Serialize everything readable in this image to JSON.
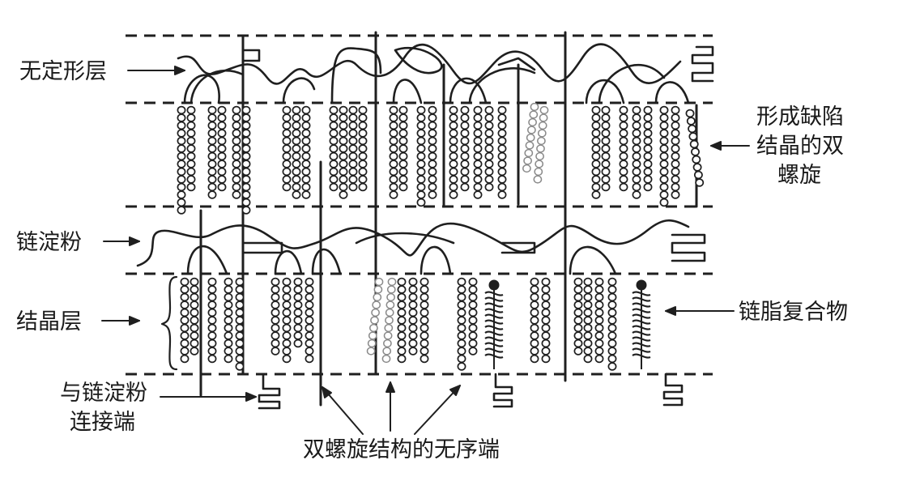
{
  "labels": {
    "amorphous_layer": "无定形层",
    "defective_double_helix": [
      "形成缺陷",
      "结晶的双",
      "螺旋"
    ],
    "amylopectin_chain": "链淀粉",
    "crystalline_layer": "结晶层",
    "amylose_lipid_complex": "链脂复合物",
    "amylopectin_connection_end": [
      "与链淀粉",
      "连接端"
    ],
    "disordered_helix_ends": "双螺旋结构的无序端"
  },
  "colors": {
    "ink": "#1f1f1f",
    "faint_bead": "#8a8a8a",
    "background": "#ffffff"
  }
}
